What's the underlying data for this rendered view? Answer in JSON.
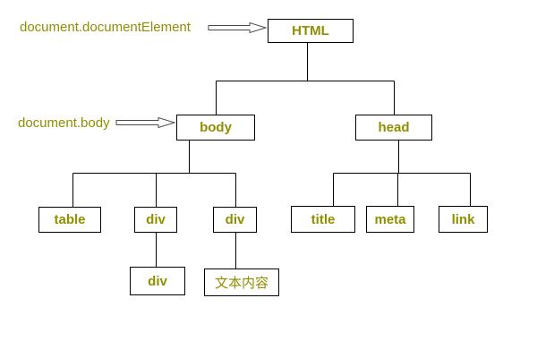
{
  "diagram": {
    "type": "dom-tree",
    "background": "#ffffff",
    "colors": {
      "node_text": "#8f8f00",
      "node_border": "#000000",
      "connector_line": "#000000",
      "arrow_outline": "#4a4a4a",
      "arrow_fill": "#ffffff"
    }
  },
  "annotations": [
    {
      "label": "document.documentElement",
      "points_to": "HTML"
    },
    {
      "label": "document.body",
      "points_to": "body"
    }
  ],
  "tree": {
    "label": "HTML",
    "children": [
      {
        "label": "body",
        "children": [
          {
            "label": "table"
          },
          {
            "label": "div",
            "children": [
              {
                "label": "div"
              }
            ]
          },
          {
            "label": "div",
            "children": [
              {
                "label": "文本内容"
              }
            ]
          }
        ]
      },
      {
        "label": "head",
        "children": [
          {
            "label": "title"
          },
          {
            "label": "meta"
          },
          {
            "label": "link"
          }
        ]
      }
    ]
  }
}
